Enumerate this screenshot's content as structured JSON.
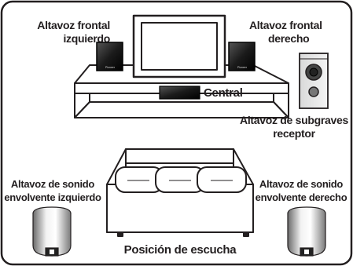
{
  "labels": {
    "front_left": [
      "Altavoz frontal",
      "izquierdo"
    ],
    "front_right": [
      "Altavoz frontal",
      "derecho"
    ],
    "center": "Central",
    "subwoofer": "Altavoz de subgraves",
    "receiver": "receptor",
    "surround_left": [
      "Altavoz de sonido",
      "envolvente izquierdo"
    ],
    "surround_right": [
      "Altavoz de sonido",
      "envolvente derecho"
    ],
    "listening_position": "Posición de escucha"
  },
  "speaker_brand": "Pioneer",
  "colors": {
    "ink": "#231f20",
    "frame": "#231f20",
    "background": "#ffffff"
  }
}
